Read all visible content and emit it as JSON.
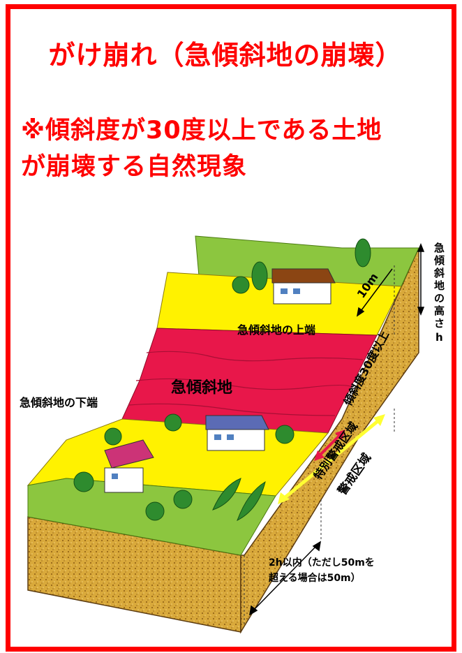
{
  "title": "がけ崩れ（急傾斜地の崩壊）",
  "description": {
    "line1": "※傾斜度が30度以上である土地",
    "line2": "が崩壊する自然現象"
  },
  "diagram": {
    "labels": {
      "slope_top_edge": "急傾斜地の上端",
      "slope_bottom_edge": "急傾斜地の下端",
      "steep_slope": "急傾斜地",
      "distance_top": "10m",
      "height_v1": "急",
      "height_v2": "傾",
      "height_v3": "斜",
      "height_v4": "地",
      "height_v5": "の",
      "height_v6": "高",
      "height_v7": "さ",
      "height_v8": "h",
      "incline": "傾斜度30度以上",
      "special_zone": "特別警戒区域",
      "warning_zone": "警戒区域",
      "range_line1": "2h以内（ただし50mを",
      "range_line2": "超える場合は50m）"
    },
    "colors": {
      "border_red": "#ff0000",
      "grass_green": "#8cc63f",
      "warning_yellow": "#fff200",
      "danger_red": "#e8174a",
      "soil": "#d9a93b",
      "arrow_yellow": "#ffff33",
      "arrow_red": "#e8174a"
    }
  }
}
